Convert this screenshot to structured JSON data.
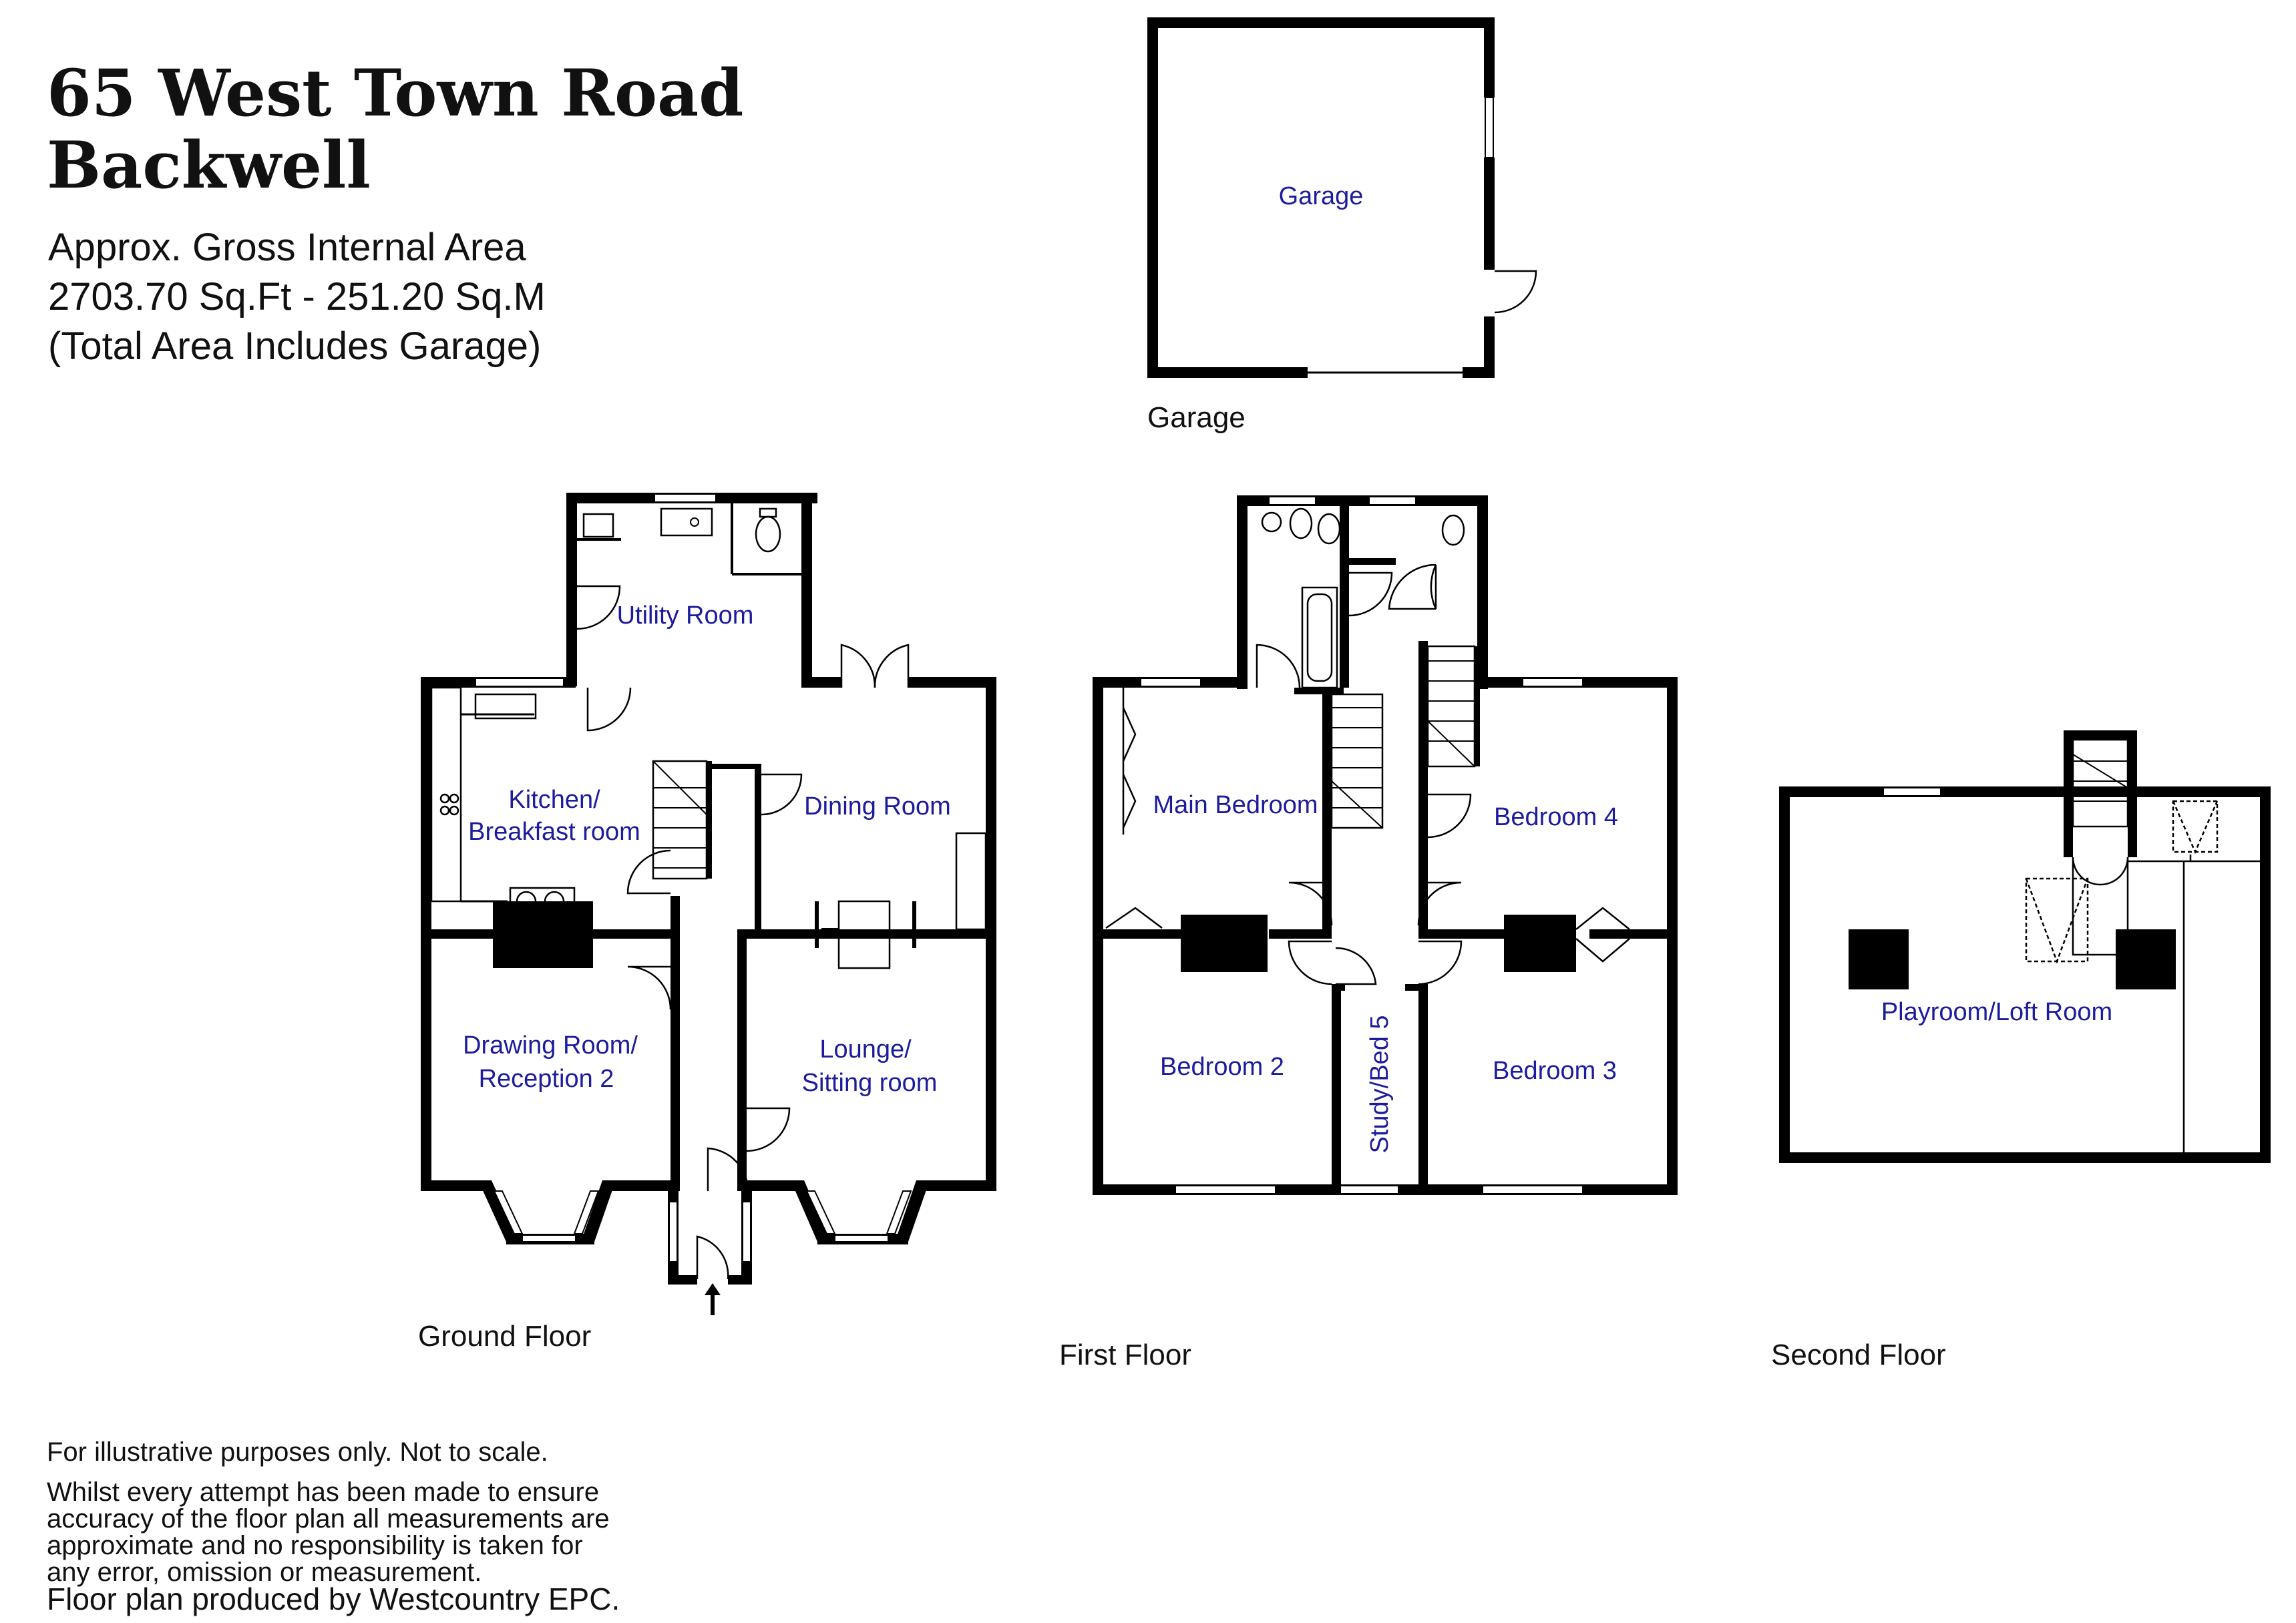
{
  "header": {
    "address_line1": "65 West Town Road",
    "address_line2": "Backwell",
    "area_line1": "Approx. Gross Internal Area",
    "area_line2": "2703.70 Sq.Ft - 251.20 Sq.M",
    "area_line3": "(Total Area Includes Garage)"
  },
  "floors": {
    "garage": "Garage",
    "ground": "Ground Floor",
    "first": "First Floor",
    "second": "Second Floor"
  },
  "rooms": {
    "garage": "Garage",
    "utility": "Utility Room",
    "kitchen_1": "Kitchen/",
    "kitchen_2": "Breakfast room",
    "dining": "Dining Room",
    "drawing_1": "Drawing Room/",
    "drawing_2": "Reception 2",
    "lounge_1": "Lounge/",
    "lounge_2": "Sitting room",
    "main_bedroom": "Main Bedroom",
    "bedroom_4": "Bedroom 4",
    "bedroom_2": "Bedroom 2",
    "study": "Study/Bed 5",
    "bedroom_3": "Bedroom 3",
    "playroom": "Playroom/Loft Room"
  },
  "disclaimer": {
    "line1": "For illustrative purposes only. Not to scale.",
    "line2": "Whilst every attempt has been made to ensure",
    "line3": "accuracy of the floor plan all measurements are",
    "line4": "approximate and no responsibility is taken for",
    "line5": "any error, omission or measurement.",
    "line6": "Floor plan produced by Westcountry EPC."
  },
  "colors": {
    "wall": "#000000",
    "room_label": "#1c1c9c",
    "background": "#ffffff"
  }
}
